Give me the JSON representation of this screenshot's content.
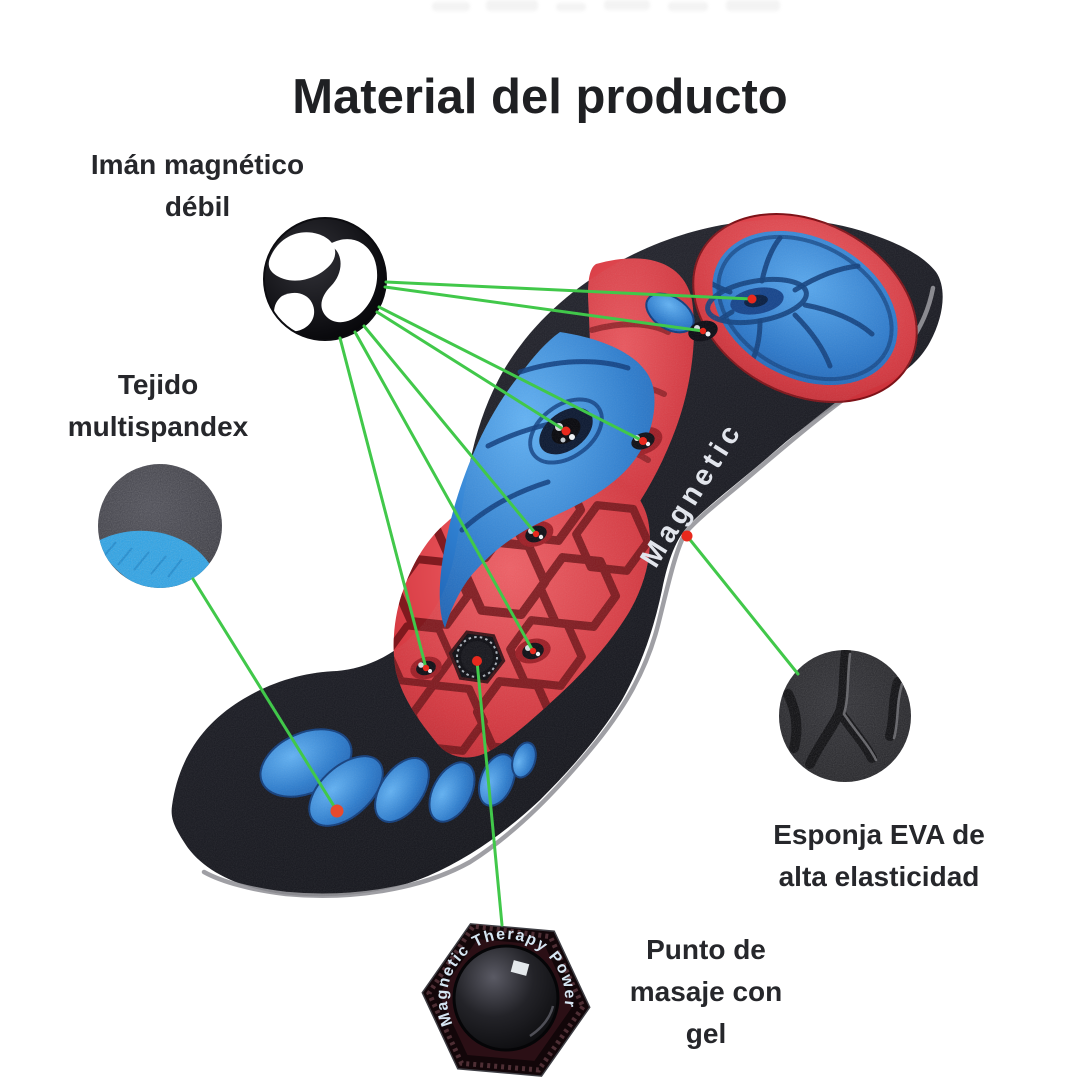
{
  "title": "Material del producto",
  "callouts": {
    "magnet": {
      "lines": [
        "Imán magnético",
        "débil"
      ]
    },
    "fabric": {
      "lines": [
        "Tejido",
        "multispandex"
      ]
    },
    "eva": {
      "lines": [
        "Esponja EVA de",
        "alta elasticidad"
      ]
    },
    "gel": {
      "lines": [
        "Punto de",
        "masaje con",
        "gel"
      ]
    }
  },
  "insole": {
    "side_text": "Magnetic",
    "gel_point_text": "Magnetic Therapy Power"
  },
  "colors": {
    "background": "#ffffff",
    "title_text": "#1f2023",
    "label_text": "#26272b",
    "annotation_line": "#41c84a",
    "marker_dot": "#e8291d",
    "insole_base": "#1b1c23",
    "pad_blue": "#2e7ecf",
    "pad_red": "#d53840",
    "sole_edge": "#95959a"
  }
}
